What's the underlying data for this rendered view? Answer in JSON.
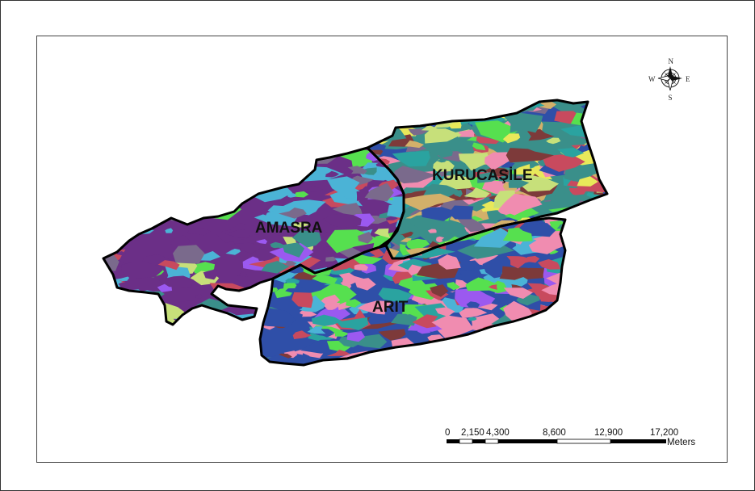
{
  "map": {
    "regions": [
      {
        "id": "amasra",
        "label": "AMASRA"
      },
      {
        "id": "kurucasile",
        "label": "KURUCAŞİLE"
      },
      {
        "id": "arit",
        "label": "ARIT"
      }
    ],
    "compass": {
      "n": "N",
      "s": "S",
      "e": "E",
      "w": "W"
    },
    "scale_bar": {
      "ticks": [
        "0",
        "2,150",
        "4,300",
        "8,600",
        "12,900",
        "17,200"
      ],
      "unit": "Meters"
    },
    "palette": [
      "#6b2f87",
      "#4bb3d6",
      "#3a8f8a",
      "#7a6a8c",
      "#c84a5e",
      "#2f4fa8",
      "#56e04f",
      "#f08cb0",
      "#9b59f0",
      "#c7e07a",
      "#d3b06a",
      "#2aa3a0",
      "#7d3a3a",
      "#e8e85a"
    ]
  }
}
